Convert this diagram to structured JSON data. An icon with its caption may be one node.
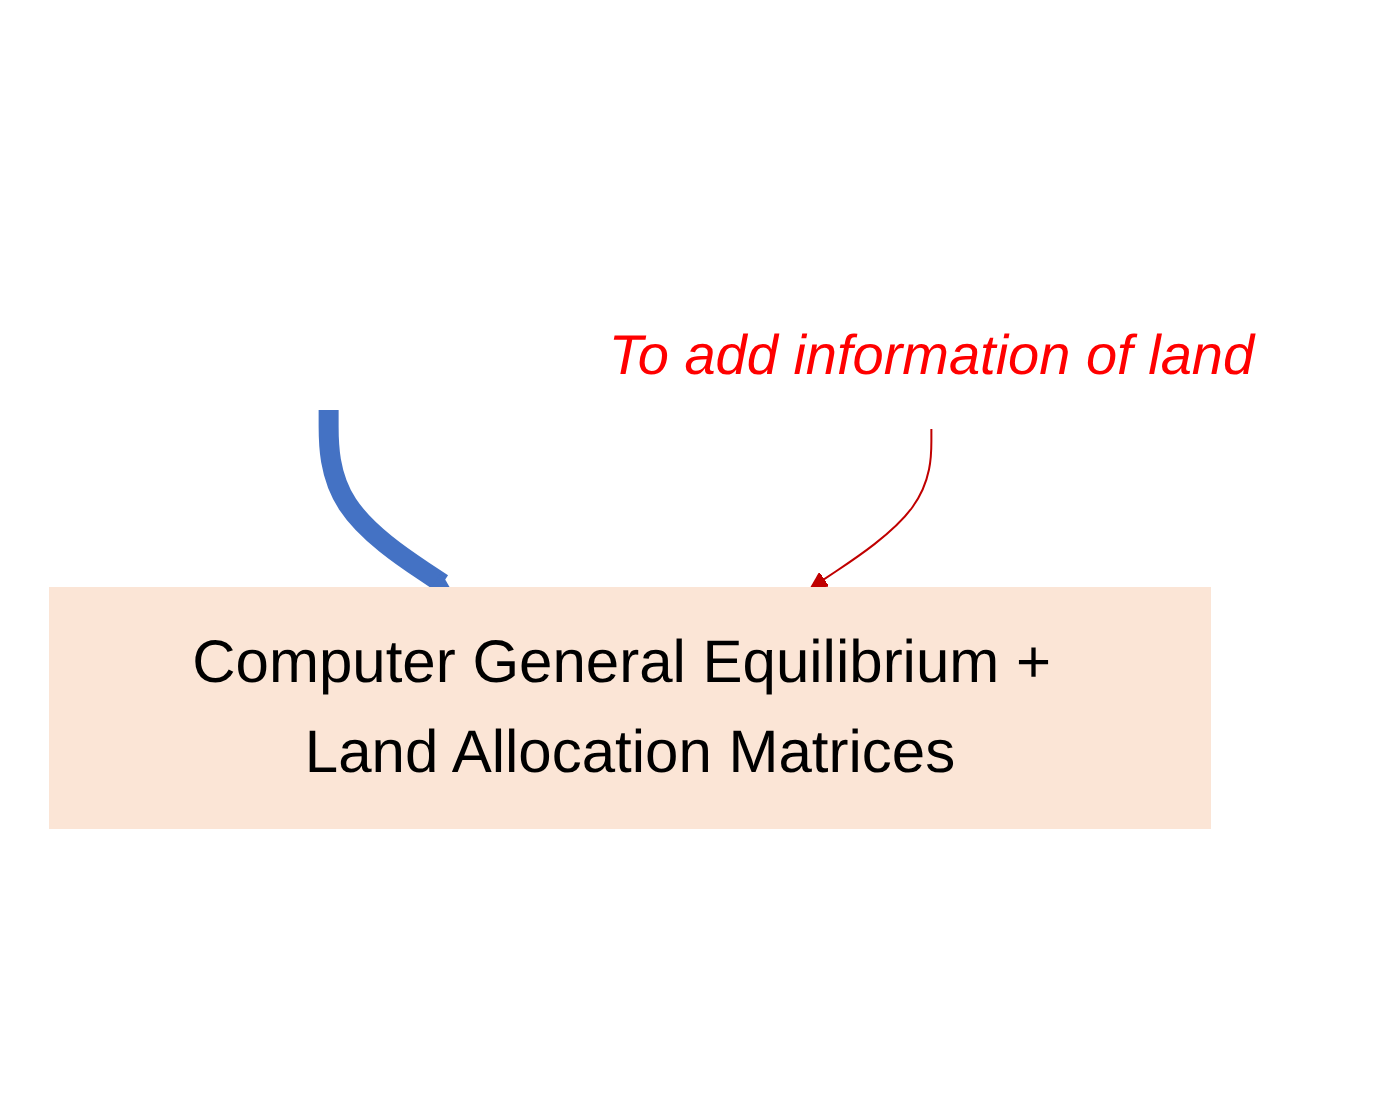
{
  "diagram": {
    "nodes": [
      {
        "text": [
          "Computer General Equilibrium + Land Allocation Matrices"
        ]
      },
      {
        "text": [
          "To add information of land"
        ]
      }
    ],
    "edges": [
      {
        "from": null,
        "to": 0,
        "arrow": "to",
        "style": "thick",
        "color": "#4472c4"
      },
      {
        "from": 1,
        "to": 0,
        "arrow": "to",
        "color": "#c00000"
      }
    ]
  }
}
